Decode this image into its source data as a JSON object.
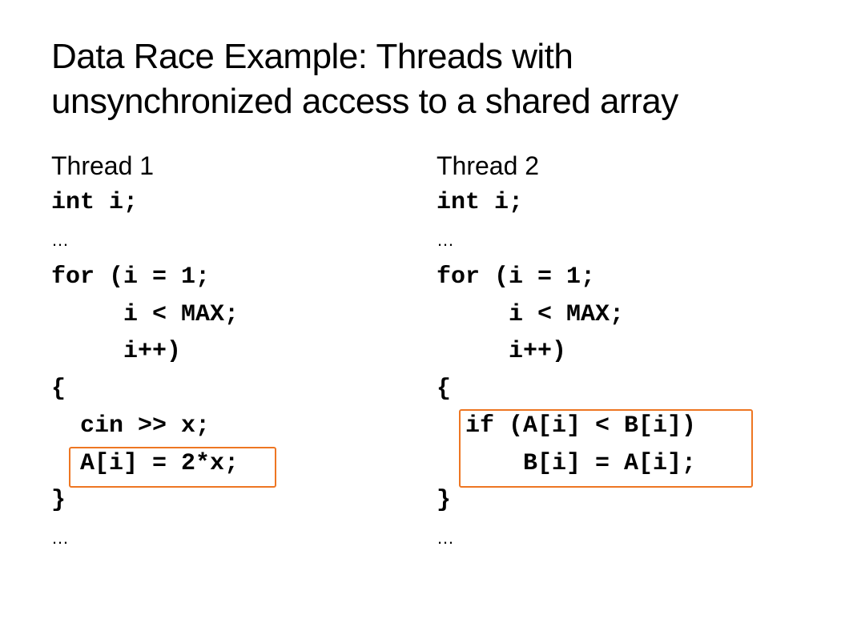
{
  "slide": {
    "title_line1": "Data Race Example: Threads with",
    "title_line2": "unsynchronized access to a shared array"
  },
  "thread1": {
    "heading": "Thread 1",
    "lines": [
      "int i;",
      "…",
      "for (i = 1;",
      "     i < MAX;",
      "     i++)",
      "{",
      "  cin >> x;",
      "  A[i] = 2*x;",
      "}",
      "…"
    ]
  },
  "thread2": {
    "heading": "Thread 2",
    "lines": [
      "int i;",
      "…",
      "for (i = 1;",
      "     i < MAX;",
      "     i++)",
      "{",
      "  if (A[i] < B[i])",
      "      B[i] = A[i];",
      "}",
      "…"
    ]
  },
  "colors": {
    "highlight": "#ee7622",
    "text": "#000000",
    "background": "#ffffff"
  }
}
